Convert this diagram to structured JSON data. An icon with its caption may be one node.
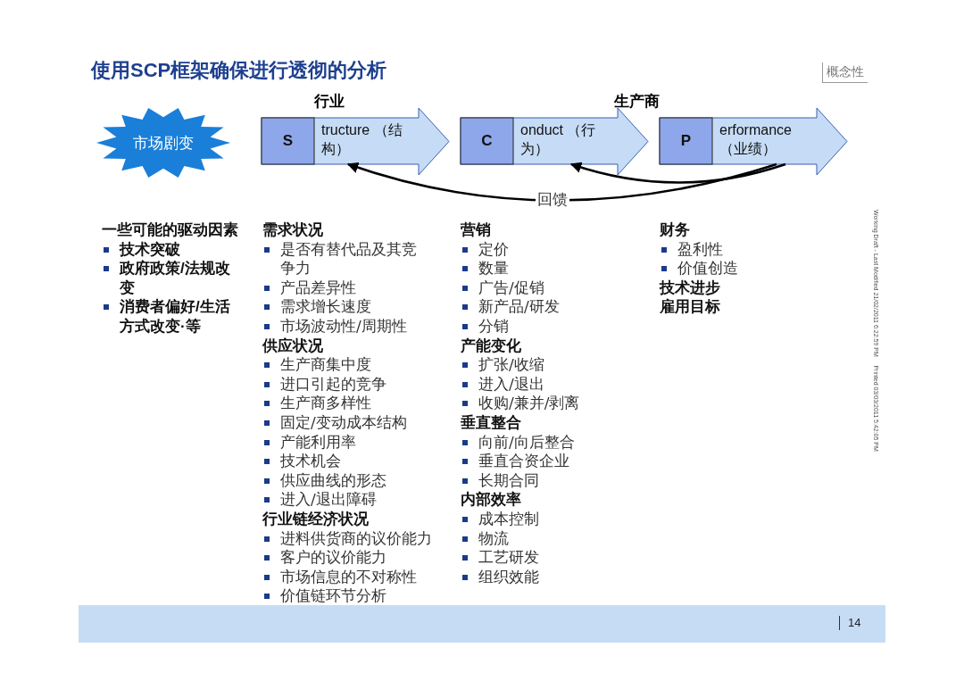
{
  "diagram": {
    "title": "使用SCP框架确保进行透彻的分析",
    "nodes": [
      {
        "text": [
          "市场剧变"
        ]
      },
      {
        "text": [
          "tructure （结构）"
        ]
      },
      {
        "text": [
          "S"
        ],
        "in": 1
      },
      {
        "text": [
          "onduct （行为）"
        ]
      },
      {
        "text": [
          "C"
        ],
        "in": 3
      },
      {
        "text": [
          "erformance （业绩）"
        ]
      },
      {
        "text": [
          "P"
        ],
        "in": 5
      }
    ],
    "edges": [
      {
        "from": 5,
        "to": 1,
        "arrow": "to",
        "label": "回馈"
      },
      {
        "from": 5,
        "to": 3,
        "arrow": "to"
      }
    ],
    "labels": [
      "行业",
      "生产商",
      "概念性",
      "一些可能的驱动因素",
      "技术突破",
      "政府政策/法规改变",
      "消费者偏好/生活方式改变·等",
      "需求状况",
      "是否有替代品及其竞争力",
      "产品差异性",
      "需求增长速度",
      "市场波动性/周期性",
      "供应状况",
      "生产商集中度",
      "进口引起的竞争",
      "生产商多样性",
      "固定/变动成本结构",
      "产能利用率",
      "技术机会",
      "供应曲线的形态",
      "进入/退出障碍",
      "行业链经济状况",
      "进料供货商的议价能力",
      "客户的议价能力",
      "市场信息的不对称性",
      "价值链环节分析",
      "营销",
      "定价",
      "数量",
      "广告/促销",
      "新产品/研发",
      "分销",
      "产能变化",
      "扩张/收缩",
      "进入/退出",
      "收购/兼并/剥离",
      "垂直整合",
      "向前/向后整合",
      "垂直合资企业",
      "长期合同",
      "内部效率",
      "成本控制",
      "物流",
      "工艺研发",
      "组织效能",
      "财务",
      "盈利性",
      "价值创造",
      "技术进步",
      "雇用目标",
      "Working Draft - Last Modified 21/02/2011 6:22:59 PM     Printed 03/03/2011 5:42:05 PM",
      "14"
    ]
  }
}
